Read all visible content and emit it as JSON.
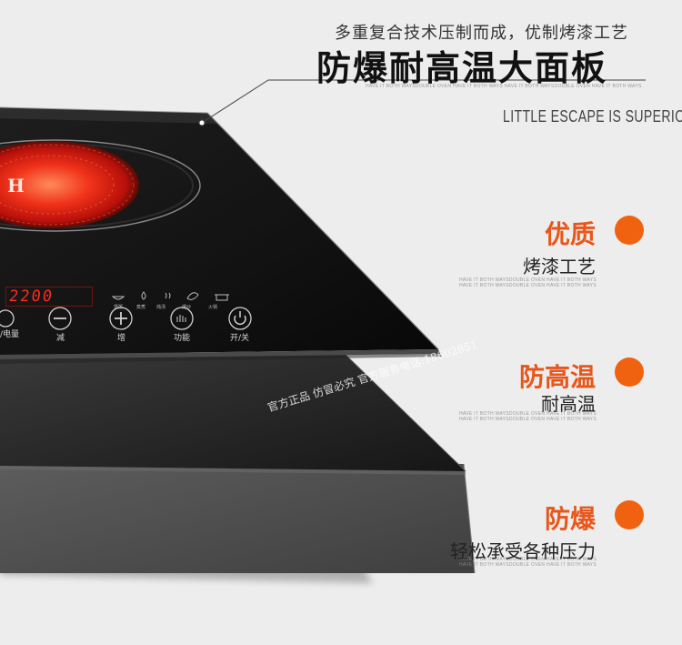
{
  "header": {
    "subtitle": "多重复合技术压制而成，优制烤漆工艺",
    "headline": "防爆耐高温大面板",
    "tagline": "LITTLE ESCAPE IS SUPERIOR"
  },
  "features": [
    {
      "title": "优质",
      "desc": "烤漆工艺"
    },
    {
      "title": "防高温",
      "desc": "耐高温"
    },
    {
      "title": "防爆",
      "desc": "轻松承受各种压力"
    }
  ],
  "panel": {
    "display": "2200",
    "brand_letter": "H",
    "buttons": [
      {
        "label": "/电量",
        "icon": "power-level-icon"
      },
      {
        "label": "减",
        "icon": "minus-icon"
      },
      {
        "label": "增",
        "icon": "plus-icon"
      },
      {
        "label": "功能",
        "icon": "function-hand-icon"
      },
      {
        "label": "开/关",
        "icon": "power-icon"
      }
    ],
    "mode_icons": [
      "bowl-icon",
      "drop-icon",
      "steam-icon",
      "leaf-icon",
      "pot-icon"
    ]
  },
  "watermark": "官方正品  仿冒必究  官方服务电话:18602851",
  "colors": {
    "accent": "#e8561a",
    "orange_dot": "#f0620f",
    "led_red": "#ff2a22",
    "background": "#ededed"
  },
  "fineprint": "HAVE IT BOTH WAYSDOUBLE OVEN HAVE IT BOTH WAYS HAVE IT BOTH WAYSDOUBLE OVEN HAVE IT BOTH WAYS"
}
